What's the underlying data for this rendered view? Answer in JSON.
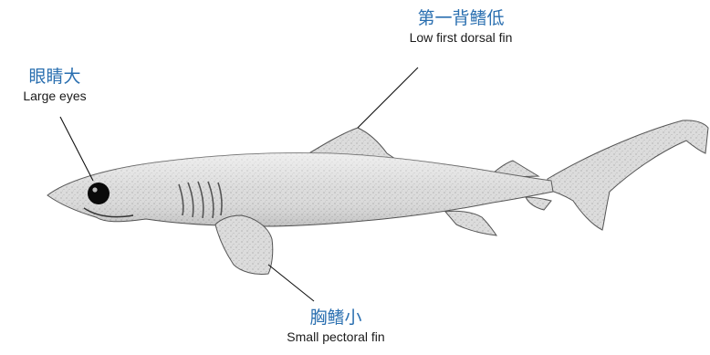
{
  "labels": {
    "dorsal": {
      "zh": "第一背鳍低",
      "en": "Low first dorsal fin"
    },
    "eyes": {
      "zh": "眼睛大",
      "en": "Large eyes"
    },
    "pectoral": {
      "zh": "胸鳍小",
      "en": "Small pectoral fin"
    }
  },
  "colors": {
    "label_zh": "#2a6fb0",
    "label_en": "#1a1a1a",
    "shark_body": "#d9d9d9",
    "shark_outline": "#555555",
    "leader_line": "#111111"
  }
}
